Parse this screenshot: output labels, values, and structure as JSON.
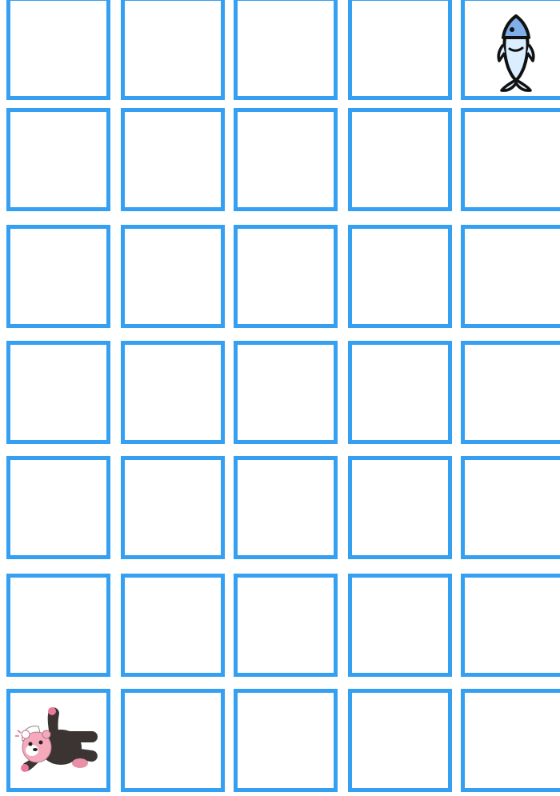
{
  "board": {
    "rows": 7,
    "cols": 5,
    "cell_border_color": "#35a0f2",
    "pieces": [
      {
        "row": 0,
        "col": 4,
        "icon": "fish-icon",
        "role": "goal"
      },
      {
        "row": 6,
        "col": 0,
        "icon": "bear-icon",
        "role": "player"
      }
    ]
  }
}
